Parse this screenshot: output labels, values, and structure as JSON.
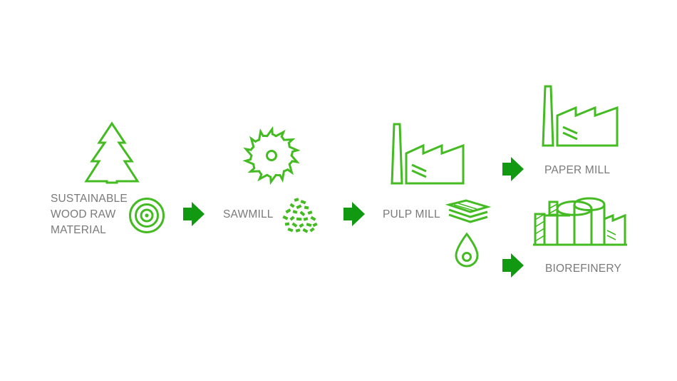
{
  "colors": {
    "icon_green": "#44bb22",
    "arrow_green": "#119911",
    "label_gray": "#7a7a7a"
  },
  "stages": {
    "raw_material": {
      "label_lines": [
        "SUSTAINABLE",
        "WOOD RAW",
        "MATERIAL"
      ],
      "icons": [
        "tree-icon",
        "log-rings-icon"
      ]
    },
    "sawmill": {
      "label": "SAWMILL",
      "icons": [
        "saw-blade-icon",
        "wood-chips-icon"
      ]
    },
    "pulp_mill": {
      "label": "PULP MILL",
      "icons": [
        "factory-icon",
        "paper-stack-icon",
        "liquid-drop-icon"
      ]
    },
    "paper_mill": {
      "label": "PAPER MILL",
      "icons": [
        "factory-icon"
      ]
    },
    "biorefinery": {
      "label": "BIOREFINERY",
      "icons": [
        "refinery-icon"
      ]
    }
  },
  "flow_arrows": [
    "raw-to-sawmill",
    "sawmill-to-pulp-mill",
    "pulp-mill-to-paper-mill",
    "pulp-mill-to-biorefinery"
  ]
}
